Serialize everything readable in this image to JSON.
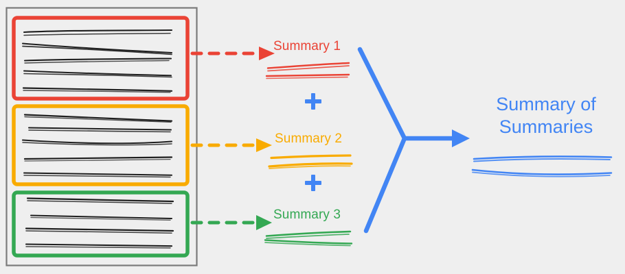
{
  "diagram": {
    "title_text": "Summary of Summaries",
    "background_color": "#efefef",
    "source_container": {
      "name": "document-collection",
      "border_color": "#777777"
    },
    "documents": [
      {
        "id": "doc-red",
        "color": "#ea4335",
        "line_count": 5,
        "arrow_style": "dashed",
        "summary_label": "Summary 1",
        "summary_underline_count": 2
      },
      {
        "id": "doc-amber",
        "color": "#f9ab00",
        "line_count": 5,
        "arrow_style": "dashed",
        "summary_label": "Summary 2",
        "summary_underline_count": 2
      },
      {
        "id": "doc-green",
        "color": "#34a853",
        "line_count": 4,
        "arrow_style": "dashed",
        "summary_label": "Summary 3",
        "summary_underline_count": 2
      }
    ],
    "operators": [
      {
        "id": "plus-1",
        "symbol": "+",
        "color": "#4285f4"
      },
      {
        "id": "plus-2",
        "symbol": "+",
        "color": "#4285f4"
      }
    ],
    "merge": {
      "color": "#4285f4",
      "arrow_style": "solid",
      "description": "converging-merge-arrow"
    },
    "final_output": {
      "line_1": "Summary of",
      "line_2": "Summaries",
      "color": "#4285f4",
      "underline_count": 2
    }
  }
}
